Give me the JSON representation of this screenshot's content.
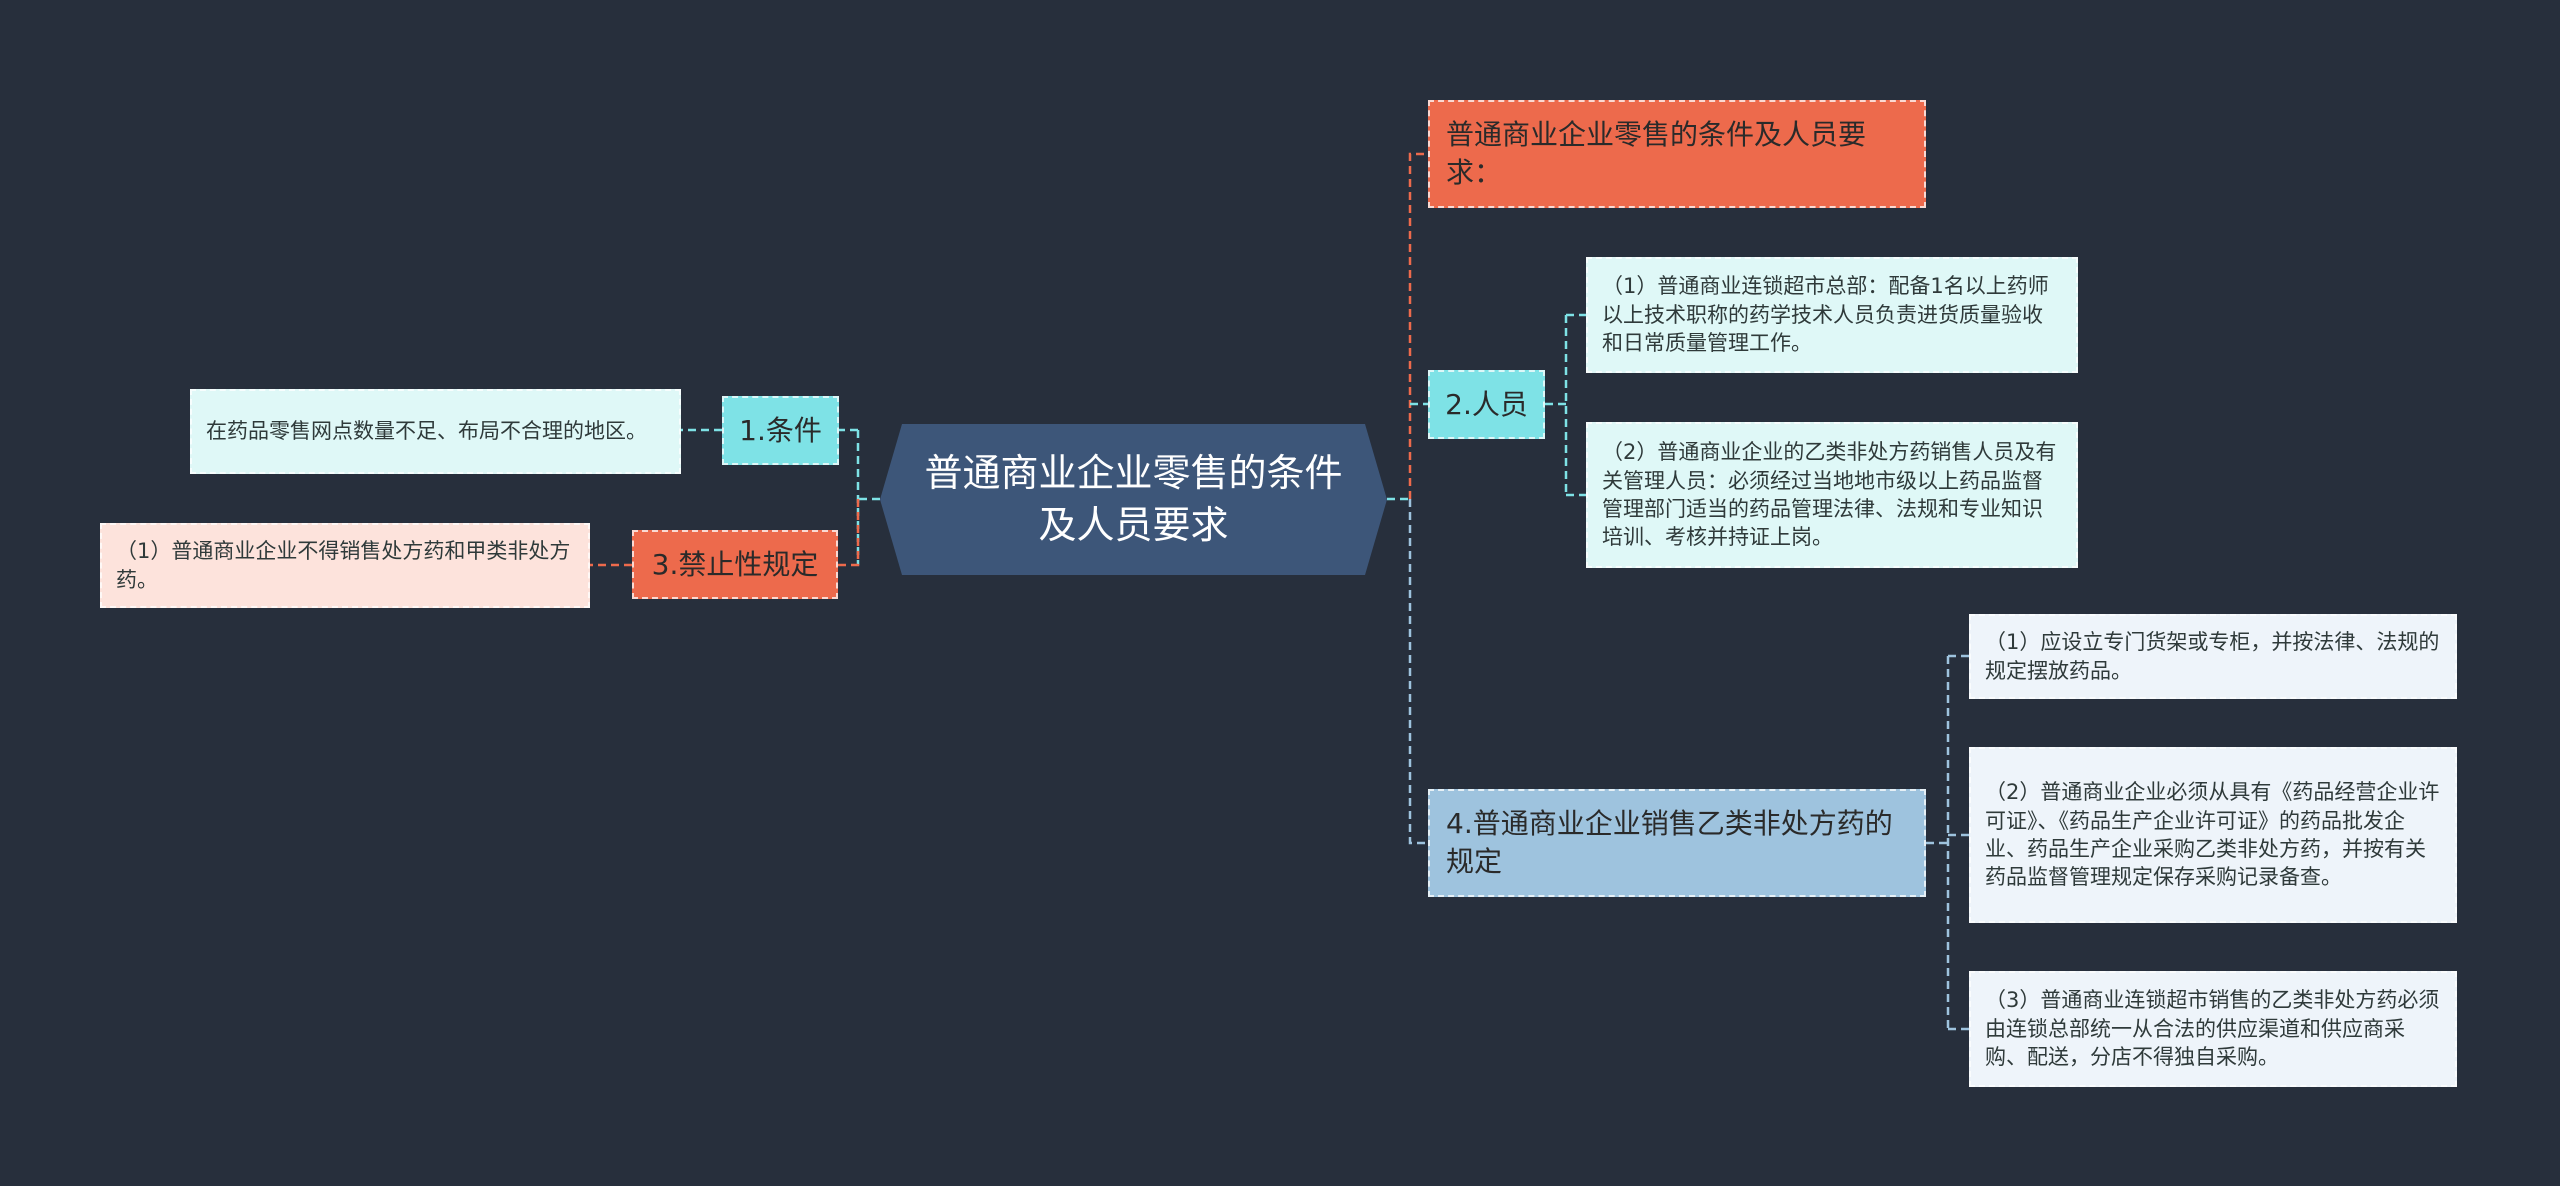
{
  "root": {
    "label": "普通商业企业零售的条件及人员要求"
  },
  "title_node": {
    "label": "普通商业企业零售的条件及人员要求："
  },
  "person": {
    "label": "2.人员",
    "items": [
      "（1）普通商业连锁超市总部：配备1名以上药师以上技术职称的药学技术人员负责进货质量验收和日常质量管理工作。",
      "（2）普通商业企业的乙类非处方药销售人员及有关管理人员：必须经过当地地市级以上药品监督管理部门适当的药品管理法律、法规和专业知识培训、考核并持证上岗。"
    ]
  },
  "rule4": {
    "label": "4.普通商业企业销售乙类非处方药的规定",
    "items": [
      "（1）应设立专门货架或专柜，并按法律、法规的规定摆放药品。",
      "（2）普通商业企业必须从具有《药品经营企业许可证》、《药品生产企业许可证》的药品批发企业、药品生产企业采购乙类非处方药，并按有关药品监督管理规定保存采购记录备查。",
      "（3）普通商业连锁超市销售的乙类非处方药必须由连锁总部统一从合法的供应渠道和供应商采购、配送，分店不得独自采购。"
    ]
  },
  "condition": {
    "label": "1.条件",
    "items": [
      "在药品零售网点数量不足、布局不合理的地区。"
    ]
  },
  "ban": {
    "label": "3.禁止性规定",
    "items": [
      "（1）普通商业企业不得销售处方药和甲类非处方药。"
    ]
  },
  "colors": {
    "background": "#272f3c",
    "root": "#3d5679",
    "orange": "#ed6a4c",
    "cyan": "#7ee2e6",
    "light_cyan": "#dff8f7",
    "blue": "#9ec3de",
    "light_blue": "#eef4fa",
    "pink": "#fde3dc"
  }
}
